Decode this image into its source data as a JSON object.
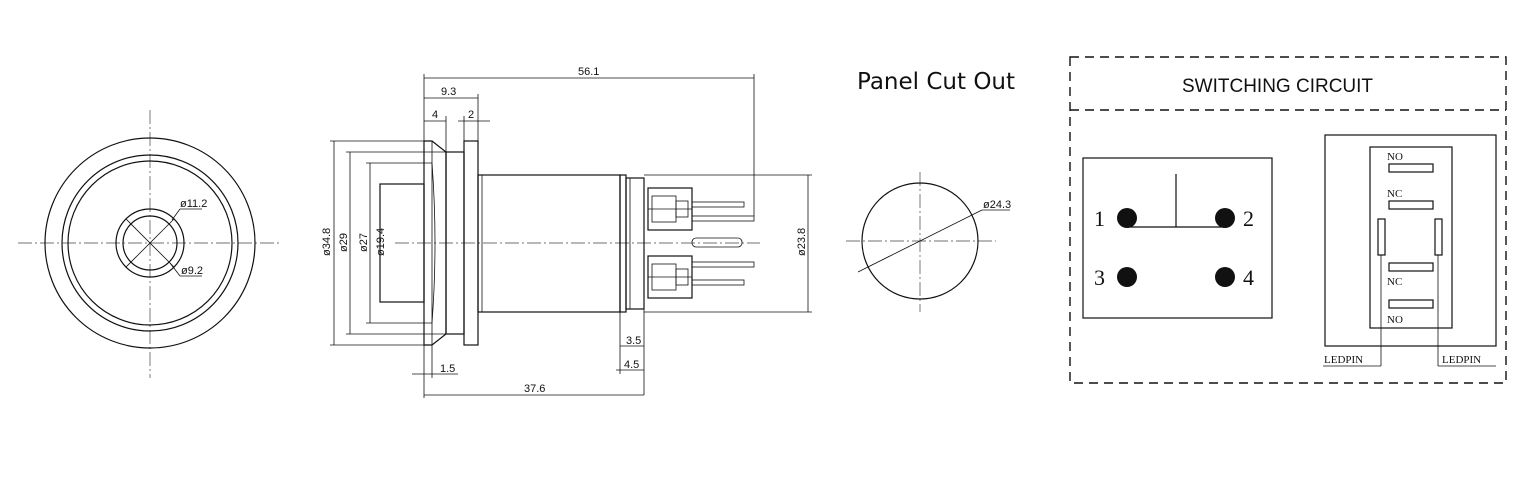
{
  "front_view": {
    "inner_dia_label": "ø11.2",
    "hole_dia_label": "ø9.2"
  },
  "side_view": {
    "overall_length": "56.1",
    "head_length": "9.3",
    "bezel_thickness": "4",
    "nut_thickness": "2",
    "dia_outer": "ø34.8",
    "dia_29": "ø29",
    "dia_27": "ø27",
    "dia_19_4": "ø19.4",
    "body_dia": "ø23.8",
    "dim_3_5": "3.5",
    "dim_4_5": "4.5",
    "dim_1_5": "1.5",
    "body_length": "37.6"
  },
  "panel_cutout": {
    "title": "Panel Cut Out",
    "dia_label": "ø24.3"
  },
  "switching_circuit": {
    "title": "SWITCHING CIRCUIT",
    "pins": [
      "1",
      "2",
      "3",
      "4"
    ],
    "contact_labels": [
      "NO",
      "NC",
      "NC",
      "NO"
    ],
    "led_labels": [
      "LEDPIN",
      "LEDPIN"
    ]
  }
}
